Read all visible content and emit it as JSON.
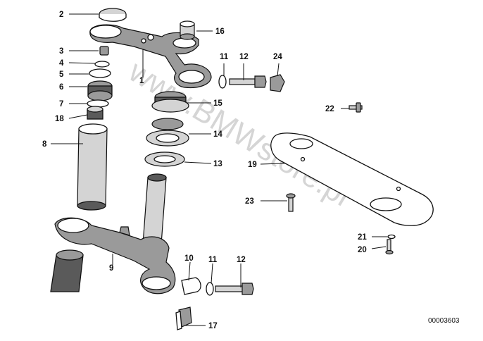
{
  "callouts": {
    "c1": "1",
    "c2": "2",
    "c3": "3",
    "c4": "4",
    "c5": "5",
    "c6": "6",
    "c7": "7",
    "c8": "8",
    "c9": "9",
    "c10": "10",
    "c11a": "11",
    "c11b": "11",
    "c12a": "12",
    "c12b": "12",
    "c13": "13",
    "c14": "14",
    "c15": "15",
    "c16": "16",
    "c17": "17",
    "c18": "18",
    "c19": "19",
    "c20": "20",
    "c21": "21",
    "c22": "22",
    "c23": "23",
    "c24": "24"
  },
  "watermark": "www.BMWstore.pl",
  "document_number": "00003603"
}
